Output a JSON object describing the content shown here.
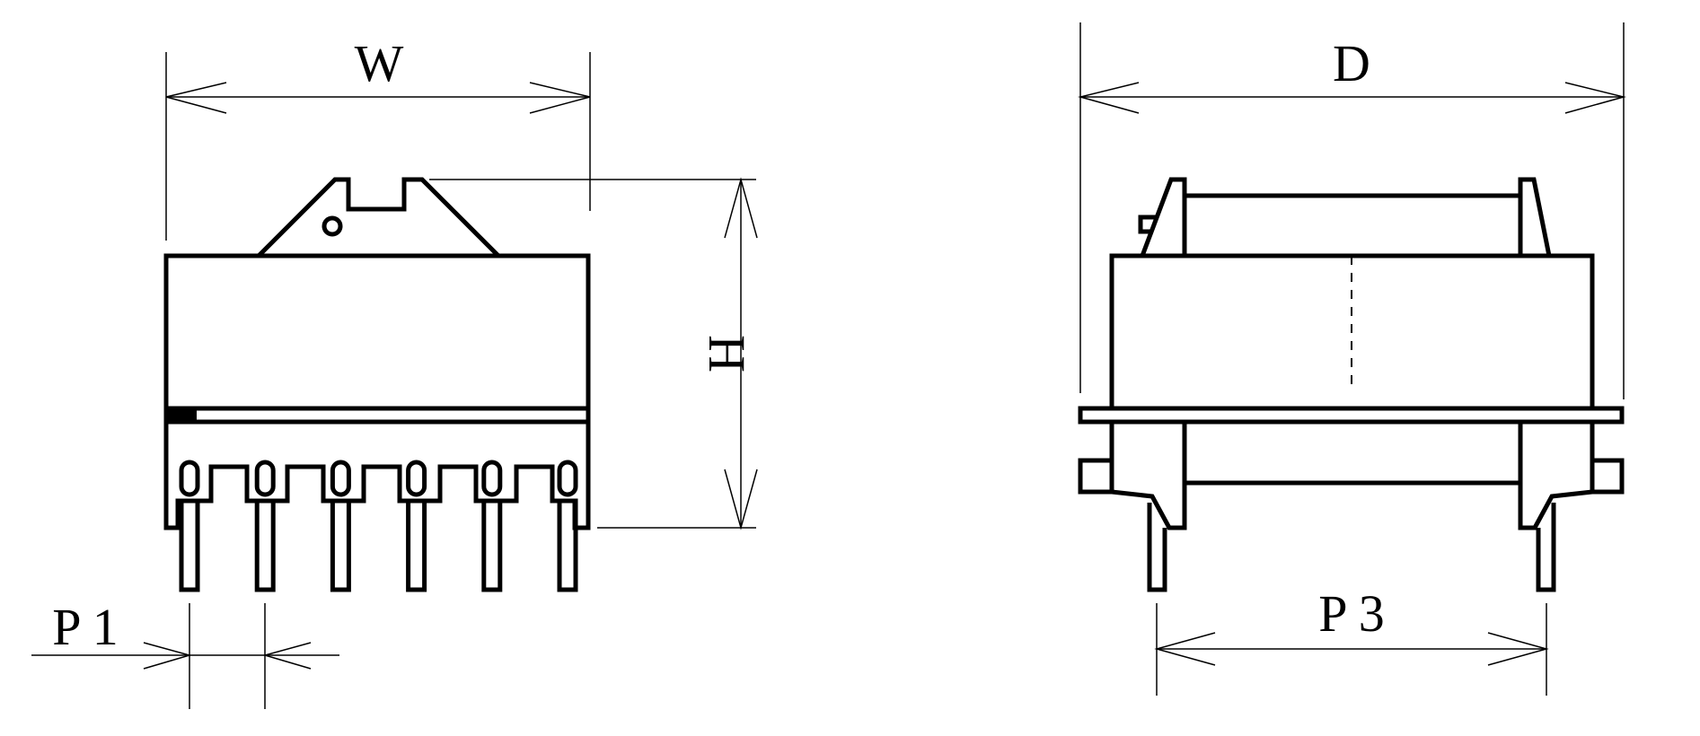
{
  "drawing": {
    "labels": {
      "width": "W",
      "height": "H",
      "depth": "D",
      "pin_pitch": "P 1",
      "row_spacing": "P 3"
    },
    "front_view": {
      "pin_count": 6
    },
    "colors": {
      "line": "#000000",
      "background": "#ffffff"
    }
  }
}
